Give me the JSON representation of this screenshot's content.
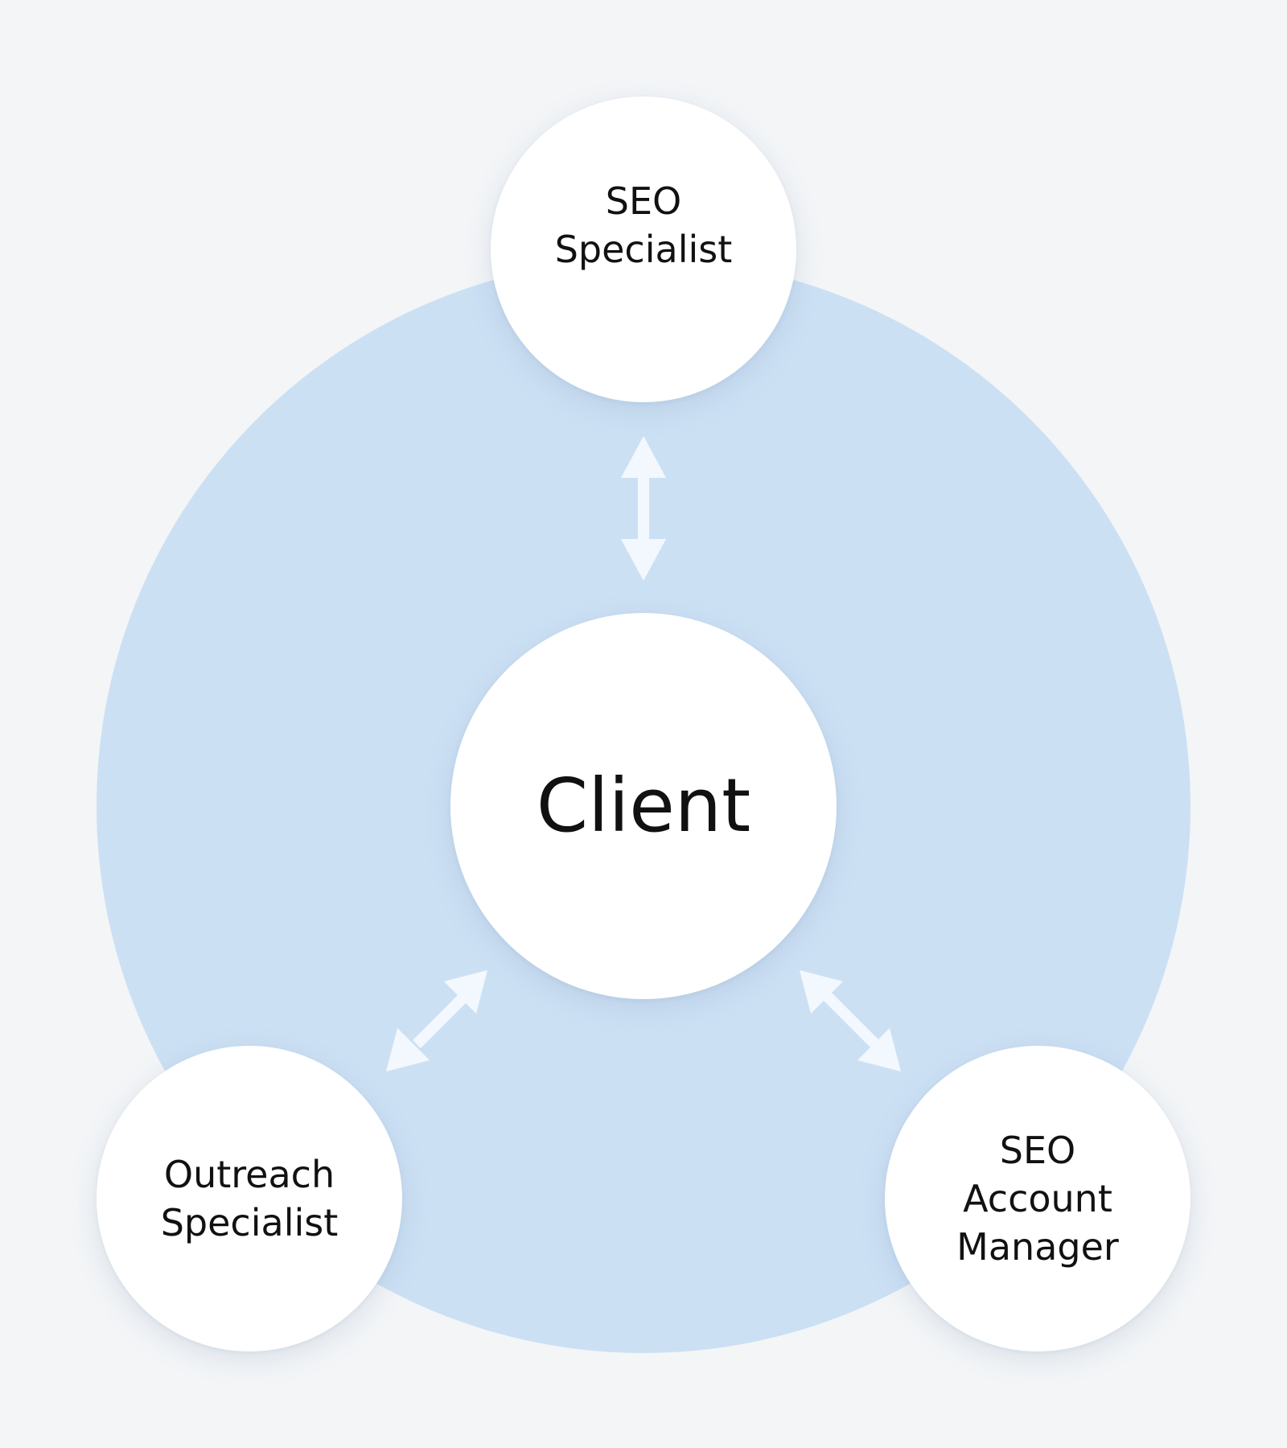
{
  "diagram": {
    "center": {
      "label": "Client"
    },
    "roles": [
      {
        "id": "seo-specialist",
        "label": "SEO\nSpecialist"
      },
      {
        "id": "outreach-specialist",
        "label": "Outreach\nSpecialist"
      },
      {
        "id": "seo-account-manager",
        "label": "SEO\nAccount\nManager"
      }
    ],
    "connections": [
      {
        "from": "Client",
        "to": "SEO Specialist",
        "type": "bidirectional"
      },
      {
        "from": "Client",
        "to": "Outreach Specialist",
        "type": "bidirectional"
      },
      {
        "from": "Client",
        "to": "SEO Account Manager",
        "type": "bidirectional"
      }
    ]
  },
  "colors": {
    "background": "#f3f5f7",
    "ring": "#cce0f4",
    "node_fill": "#ffffff",
    "arrow": "#f2f8fd",
    "text": "#111111"
  }
}
